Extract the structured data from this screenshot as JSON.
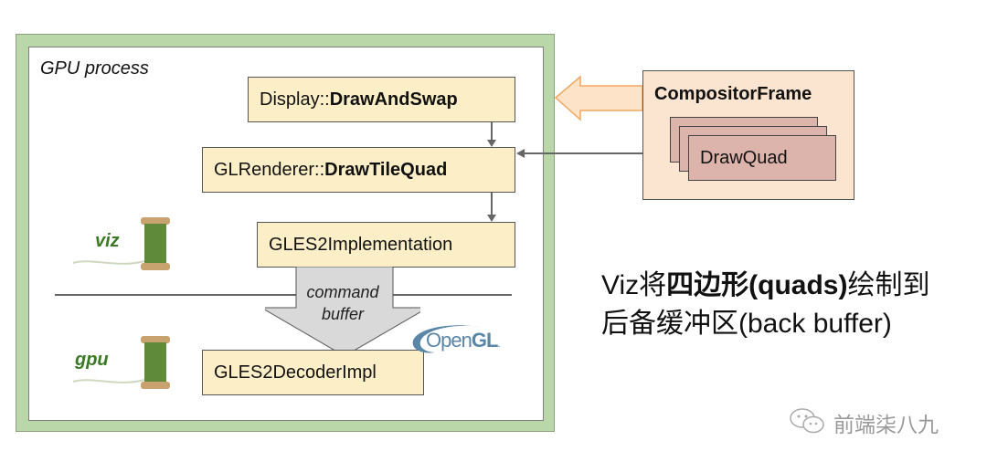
{
  "process_title": "GPU process",
  "boxes": {
    "display": {
      "prefix": "Display::",
      "bold": "DrawAndSwap"
    },
    "renderer": {
      "prefix": "GLRenderer::",
      "bold": "DrawTileQuad"
    },
    "gles2impl": {
      "label": "GLES2Implementation"
    },
    "decoder": {
      "label": "GLES2DecoderImpl"
    }
  },
  "threads": {
    "viz": "viz",
    "gpu": "gpu"
  },
  "command_buffer": {
    "line1": "command",
    "line2": "buffer"
  },
  "compositor_frame": {
    "title": "CompositorFrame",
    "quad_label": "DrawQuad"
  },
  "opengl_logo": {
    "text_plain": "Open",
    "text_bold": "GL",
    "dot": "."
  },
  "caption": {
    "line1_a": "Viz将",
    "line1_b": "四边形(quads)",
    "line1_c": "绘制到",
    "line2": "后备缓冲区(back buffer)"
  },
  "watermark": "前端柒八九",
  "colors": {
    "outer_green": "#b9d7a8",
    "box_fill": "#fcefc7",
    "frame_fill": "#fbe5d0",
    "quad_fill": "#dcb4ab",
    "thread_green": "#3b7a24",
    "opengl_blue": "#5a86a8",
    "arrow_orange": "#f0a860"
  }
}
